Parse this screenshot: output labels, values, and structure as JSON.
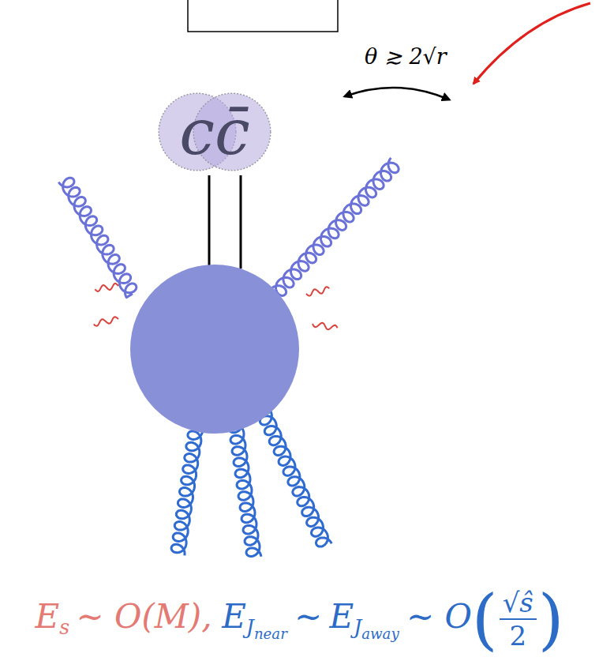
{
  "diagram": {
    "nodes": [
      {
        "text": [
          "cc̄"
        ]
      }
    ],
    "labels": [
      "θ ≳ 2√r",
      "E",
      "s",
      "∼ O(M),",
      "E",
      "J",
      "near",
      "∼",
      "E",
      "J",
      "away",
      "∼ O",
      "(",
      "√ŝ",
      "2",
      ")"
    ]
  }
}
